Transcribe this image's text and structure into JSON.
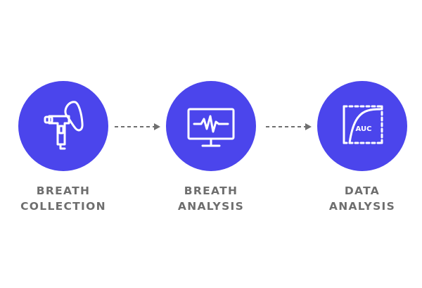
{
  "colors": {
    "circle": "#4b45ec",
    "icon_stroke": "#ffffff",
    "label": "#6e6e6e",
    "arrow": "#707070"
  },
  "steps": [
    {
      "icon": "breath-collection-device-icon",
      "label_line1": "BREATH",
      "label_line2": "COLLECTION"
    },
    {
      "icon": "monitor-waveform-icon",
      "label_line1": "BREATH",
      "label_line2": "ANALYSIS"
    },
    {
      "icon": "auc-graph-icon",
      "icon_text": "AUC",
      "label_line1": "DATA",
      "label_line2": "ANALYSIS"
    }
  ]
}
